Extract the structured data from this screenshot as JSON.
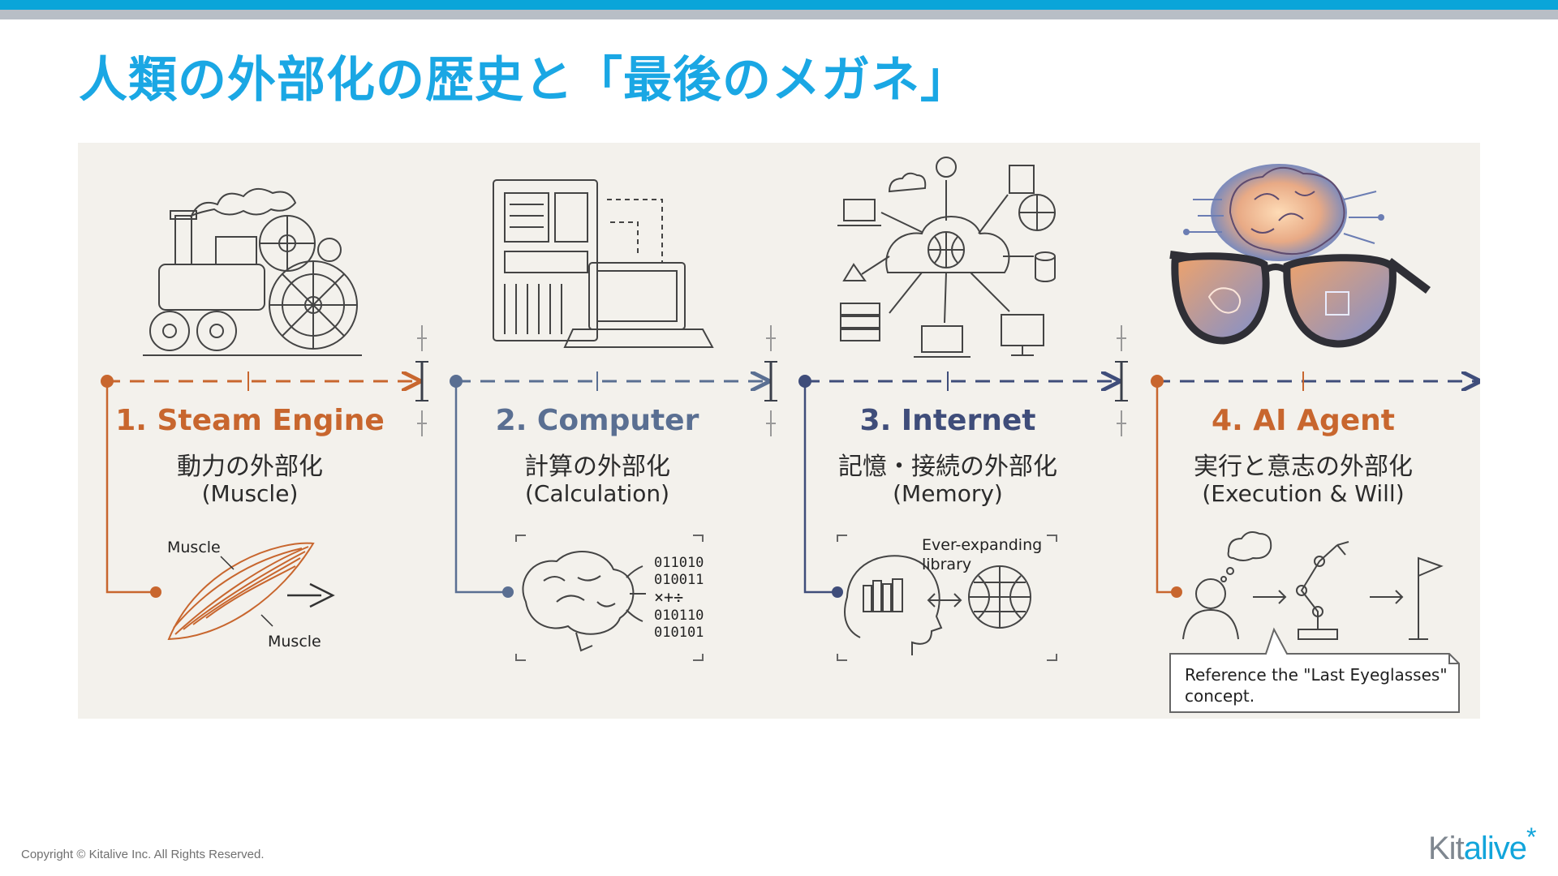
{
  "title": "人類の外部化の歴史と「最後のメガネ」",
  "stages": [
    {
      "title": "1. Steam Engine",
      "subtitle": "動力の外部化",
      "english": "(Muscle)",
      "color": "#c8662e"
    },
    {
      "title": "2. Computer",
      "subtitle": "計算の外部化",
      "english": "(Calculation)",
      "color": "#5a6f92"
    },
    {
      "title": "3. Internet",
      "subtitle": "記憶・接続の外部化",
      "english": "(Memory)",
      "color": "#3f4d7a"
    },
    {
      "title": "4. AI Agent",
      "subtitle": "実行と意志の外部化",
      "english": "(Execution & Will)",
      "color": "#c8662e"
    }
  ],
  "muscle_labels": [
    "Muscle",
    "Muscle"
  ],
  "binary_lines": [
    "011010",
    "010011",
    "×+÷",
    "010110",
    "010101"
  ],
  "library_label": "Ever-expanding\nlibrary",
  "callout": "Reference the \"Last Eyeglasses\" concept.",
  "footer": {
    "copyright": "Copyright © Kitalive Inc. All Rights Reserved.",
    "logo_main": "Kit",
    "logo_accent": "alive",
    "logo_mark": "*"
  },
  "colors": {
    "title": "#1aa7e4",
    "accent_blue": "#0aa5d9",
    "bar_gray": "#b8bec6",
    "panel_bg": "#f3f1ec"
  }
}
